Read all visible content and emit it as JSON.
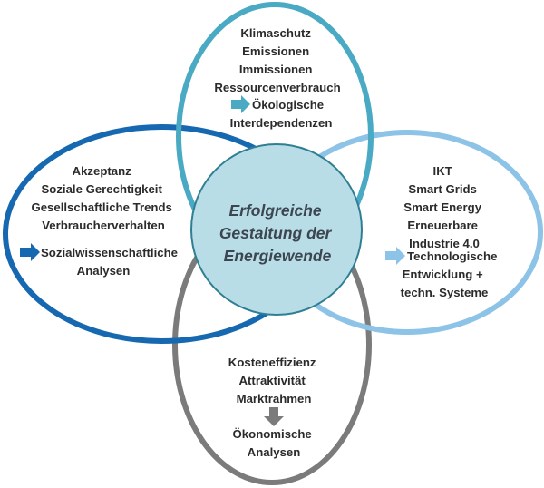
{
  "center": {
    "lines": [
      "Erfolgreiche",
      "Gestaltung der",
      "Energiewende"
    ]
  },
  "top": {
    "lines": [
      "Klimaschutz",
      "Emissionen",
      "Immissionen",
      "Ressourcenverbrauch"
    ],
    "arrow_lines": [
      "Ökologische",
      "Interdependenzen"
    ]
  },
  "left": {
    "lines": [
      "Akzeptanz",
      "Soziale Gerechtigkeit",
      "Gesellschaftliche Trends",
      "Verbraucherverhalten"
    ],
    "arrow_lines": [
      "Sozialwissenschaftliche",
      "Analysen"
    ]
  },
  "right": {
    "lines": [
      "IKT",
      "Smart Grids",
      "Smart Energy",
      "Erneuerbare",
      "Industrie 4.0"
    ],
    "arrow_lines": [
      "Technologische",
      "Entwicklung +",
      "techn. Systeme"
    ]
  },
  "bottom": {
    "lines": [
      "Kosteneffizienz",
      "Attraktivität",
      "Marktrahmen"
    ],
    "arrow_lines": [
      "Ökonomische",
      "Analysen"
    ]
  },
  "colors": {
    "top_ellipse": "#4aaac4",
    "left_ellipse": "#1668b0",
    "right_ellipse": "#8cc3e6",
    "bottom_ellipse": "#7b7b7b",
    "center_fill": "#b8dde6",
    "center_stroke": "#2f7f94",
    "text": "#2b2b2b"
  }
}
